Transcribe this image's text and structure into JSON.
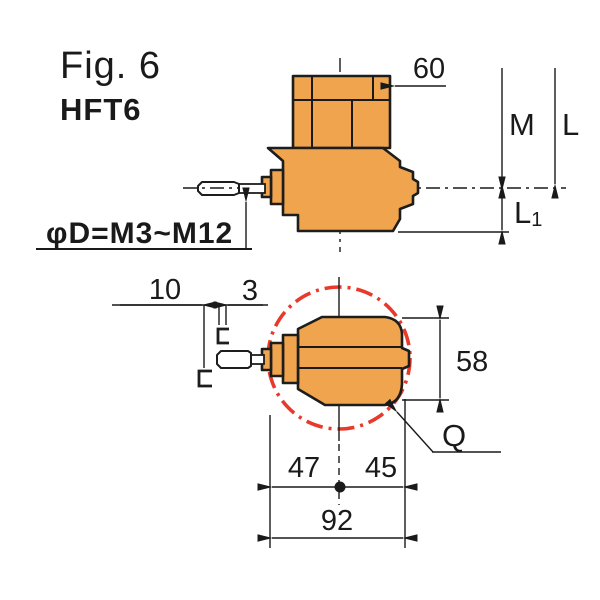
{
  "title": {
    "fig": "Fig. 6",
    "model": "HFT6"
  },
  "colors": {
    "body_orange": "#f0a44e",
    "outline": "#1d1d1b",
    "accent_blue": "#0068b7",
    "envelope_red": "#e8392b",
    "dim_black": "#1a1a1a"
  },
  "top_view": {
    "dims": {
      "shank_width": "60",
      "m_length": "M",
      "overall_length": "L",
      "l1_base": "L",
      "l1_sub": "1",
      "tap_capacity": "φD=M3~M12"
    }
  },
  "bottom_view": {
    "dims": {
      "tap_projection": "10",
      "adjust": "3",
      "body_height": "58",
      "envelope": "Q",
      "center_to_front": "47",
      "center_to_rear": "45",
      "total_length": "92"
    }
  }
}
